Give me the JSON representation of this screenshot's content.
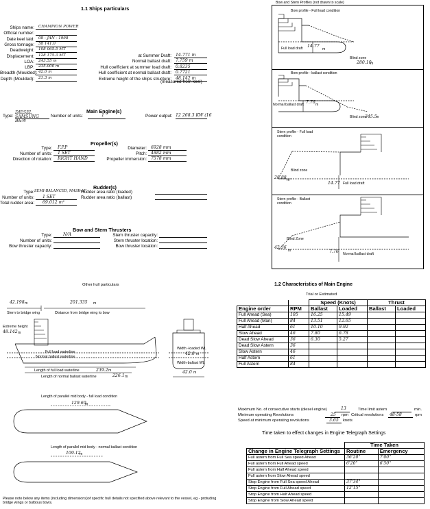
{
  "ships": {
    "title": "1.1 Ships particulars",
    "fields": [
      {
        "label": "Ships name:",
        "value": "CHAMPION POWER"
      },
      {
        "label": "Official number:",
        "value": ""
      },
      {
        "label": "Date keel laid:",
        "value": "08 - JAN - 1998"
      },
      {
        "label": "Gross tonnage:",
        "value": "58 141.0"
      },
      {
        "label": "Deadweight:",
        "value": "108 065.5 MT"
      },
      {
        "label": "Displacement:",
        "value": "128 175.3 MT"
      },
      {
        "label": "LOA:",
        "value": "243.55 m"
      },
      {
        "label": "LBP:",
        "value": "235.000 m"
      },
      {
        "label": "Breadth (Moulded):",
        "value": "42.0 m"
      },
      {
        "label": "Depth (Moulded):",
        "value": "21.3 m"
      }
    ],
    "right_fields": [
      {
        "label": "at Summer Draft:",
        "value": "14.771 m"
      },
      {
        "label": "Normal ballast draft:",
        "value": "7.759 m"
      },
      {
        "label": "Hull coefficient at summer load draft:",
        "value": "0.8235"
      },
      {
        "label": "Hull coefficient at normal ballast draft:",
        "value": "0.7721"
      },
      {
        "label": "Extreme height of the ships structure:",
        "value": "48.142 m"
      }
    ],
    "measured_note": "(measured from keel)"
  },
  "engine": {
    "title": "Main Engine(s)",
    "type_label": "Type:",
    "type_value": "DIESEL SAMSUNG B&W",
    "units_label": "Number of units:",
    "units_value": "1",
    "power_label": "Power output:",
    "power_value": "12 268.3 KW (16"
  },
  "propeller": {
    "title": "Propeller(s)",
    "left": [
      {
        "label": "Type:",
        "value": "F.P.P"
      },
      {
        "label": "Number of units:",
        "value": "1 SET"
      },
      {
        "label": "Direction of rotation:",
        "value": "RIGHT HAND"
      }
    ],
    "right": [
      {
        "label": "Diameter:",
        "value": "6928 mm"
      },
      {
        "label": "Pitch:",
        "value": "4882 mm"
      },
      {
        "label": "Propeller immersion:",
        "value": "7578 mm"
      }
    ]
  },
  "rudder": {
    "title": "Rudder(s)",
    "type_label": "Type:",
    "type_value": "SEMI-BALANCED, MASK-AF",
    "loaded_label": "Rudder area ratio (loaded)",
    "units_label": "Number of units:",
    "units_value": "1 SET",
    "ballast_label": "Rudder area ratio (ballast)",
    "area_label": "Total rudder area:",
    "area_value": "69.012 m²"
  },
  "thrusters": {
    "title": "Bow and Stern Thrusters",
    "left": [
      {
        "label": "Type:",
        "value": "N/A"
      },
      {
        "label": "Number of units:",
        "value": ""
      },
      {
        "label": "Bow thruster capacity:",
        "value": ""
      }
    ],
    "right": [
      {
        "label": "Stern thruster capacity:",
        "value": ""
      },
      {
        "label": "Stern thruster location:",
        "value": ""
      },
      {
        "label": "Bow thruster location:",
        "value": ""
      }
    ]
  },
  "profiles": {
    "title": "Bow and Stern Profiles (not drawn to scale)",
    "p1": {
      "label": "Bow profile - Full load condition",
      "draft": "Full load draft",
      "draft_val": "14.77",
      "unit": "m",
      "blind": "Blind zone",
      "blind_val": "280.10",
      "blind_unit": "m"
    },
    "p2": {
      "label": "Bow profile - ballast condition",
      "draft": "Normal ballast draft",
      "draft_val": "7.76",
      "unit": "m",
      "blind": "Blind zone",
      "blind_val": "345.5",
      "blind_unit": "m"
    },
    "p3": {
      "label": "Stern profile - Full load condition",
      "blind": "Blind zone",
      "blind_val": "28.88",
      "unit": "m",
      "draft_val": "14.77",
      "draft": "Full load draft"
    },
    "p4": {
      "label": "Stern profile - Ballast condition",
      "blind": "Blind Zone",
      "blind_val": "42.36",
      "unit": "m",
      "draft_val": "7.76",
      "draft": "Normal ballast draft"
    }
  },
  "hull": {
    "title": "Other hull particulars",
    "stern_to_wing_val": "42.198",
    "wing_to_bow_val": "201.335",
    "unit": "m",
    "stern_to_wing": "Stern to bridge wing",
    "wing_to_bow": "Distance from bridge wing to bow",
    "extreme_height": "Extreme height",
    "extreme_height_val": "48.142",
    "full_wl": "Full load waterline",
    "ballast_wl": "Normal ballast waterline",
    "width_loaded": "Width -loaded WL",
    "width_loaded_val": "42.0",
    "width_ballast": "Width-ballast WL",
    "breadth_val": "42.0",
    "len_full": "Length of full load waterline",
    "len_full_val": "239.2",
    "len_ballast": "Length of normal ballast waterline",
    "len_ballast_val": "226.1",
    "pmb_full": "Length of parallel mid body - full load condition",
    "pmb_full_val": "129.60",
    "pmb_ballast": "Length of parallel mid body - normal ballast condition",
    "pmb_ballast_val": "109.12",
    "note": "Please note below any items (including dimensions)of specific hull details not specified above relevant to the vessel, eg - protuding bridge wings or bulbous bows."
  },
  "me_chars": {
    "title": "1.2 Characteristics of Main Engine",
    "subtitle": "Trial or Estimated",
    "group_speed": "Speed (Knots)",
    "group_thrust": "Thrust",
    "headers": [
      "Engine order",
      "RPM",
      "Ballast",
      "Loaded",
      "Ballast",
      "Loaded"
    ],
    "rows": [
      [
        "Full Ahead (Sea)",
        "105",
        "16.25",
        "15.49",
        "",
        ""
      ],
      [
        "Full Ahead (Man)",
        "84",
        "13.51",
        "12.65",
        "",
        ""
      ],
      [
        "Half Ahead",
        "61",
        "10.10",
        "9.92",
        "",
        ""
      ],
      [
        "Slow Ahead",
        "46",
        "7.80",
        "6.78",
        "",
        ""
      ],
      [
        "Dead Slow Ahead",
        "36",
        "6.30",
        "5.27",
        "",
        ""
      ],
      [
        "Dead Slow Astern",
        "36",
        "",
        "",
        "",
        ""
      ],
      [
        "Slow Astern",
        "46",
        "",
        "",
        "",
        ""
      ],
      [
        "Half Astern",
        "61",
        "",
        "",
        "",
        ""
      ],
      [
        "Full Astern",
        "84",
        "",
        "",
        "",
        ""
      ]
    ],
    "max_starts_label": "Maximum No. of consecutive starts (diesel engine)",
    "max_starts_val": "13",
    "time_limit_label": "Time limit astern",
    "time_limit_unit": "min.",
    "min_rev_label": "Minimum operating Revolutions",
    "min_rev_val": "25",
    "rpm": "rpm",
    "crit_label": "Critical revolutions",
    "crit_val": "48-58",
    "speed_min_label": "Speed at minimum operating revolutions",
    "speed_min_val": "3.65",
    "knots": "knots"
  },
  "telegraph": {
    "title": "Time taken to effect changes in Engine Telegraph Settings",
    "time_taken": "Time Taken",
    "col1": "Change in Engine Telegraph Settings",
    "col2": "Routine",
    "col3": "Emergency",
    "rows": [
      [
        "Full astern from Full Sea speed Ahead",
        "36'20\"",
        "7'00\""
      ],
      [
        "Full astern from Full Ahead speed",
        "6'20\"",
        "6'50\""
      ],
      [
        "Full astern from Half Ahead speed",
        "",
        ""
      ],
      [
        "Full astern from Slow Ahead speed",
        "",
        ""
      ],
      [
        "Stop Engine from Full Sea speed Ahead",
        "37'34\"",
        ""
      ],
      [
        "Stop Engine from Full Ahead speed",
        "12'15\"",
        ""
      ],
      [
        "Stop Engine from Half Ahead speed",
        "",
        ""
      ],
      [
        "Stop Engine from Slow Ahead speed",
        "",
        ""
      ]
    ]
  }
}
